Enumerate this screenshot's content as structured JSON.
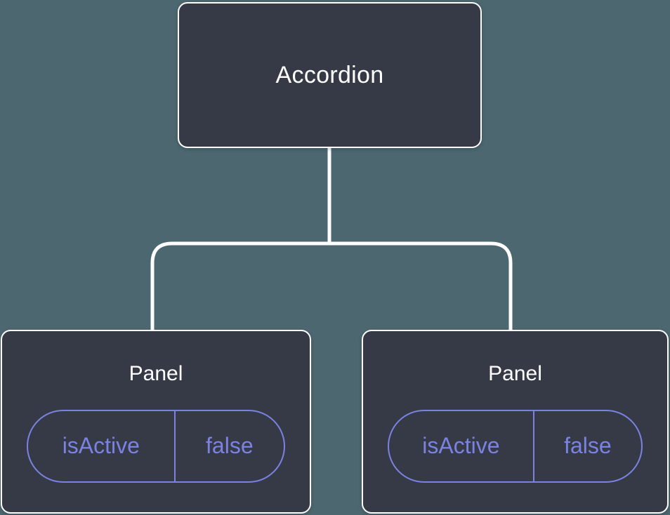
{
  "diagram": {
    "type": "component-tree",
    "root": {
      "label": "Accordion"
    },
    "children": [
      {
        "label": "Panel",
        "state": {
          "key": "isActive",
          "value": "false"
        }
      },
      {
        "label": "Panel",
        "state": {
          "key": "isActive",
          "value": "false"
        }
      }
    ]
  },
  "colors": {
    "background": "#4C6770",
    "node_fill": "#353A46",
    "node_border": "#FFFFFF",
    "node_text": "#FFFFFF",
    "state_accent": "#7B82E2",
    "connector": "#FFFFFF"
  }
}
